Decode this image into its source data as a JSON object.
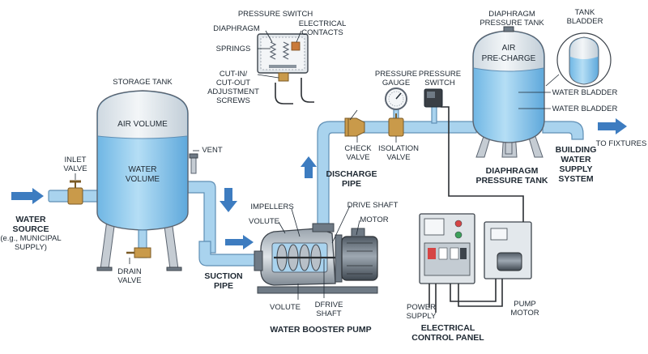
{
  "colors": {
    "water": "#8ec9ee",
    "air": "#e7eef4",
    "pipe": "#a9d3ee",
    "arrow": "#3d7cc0",
    "metal": "#c5ccd3",
    "brass": "#c99a4a"
  },
  "labels": {
    "pressure_switch_title": "PRESSURE SWITCH",
    "diaphragm": "DIAPHRAGM",
    "electrical_contacts": [
      "ELECTRICAL",
      "CONTACTS"
    ],
    "springs": "SPRINGS",
    "cut_in_out": [
      "CUT-IN/",
      "CUT-OUT",
      "ADJUSTMENT",
      "SCREWS"
    ],
    "storage_tank": "STORAGE TANK",
    "air_volume": "AIR VOLUME",
    "water_volume": [
      "WATER",
      "VOLUME"
    ],
    "vent": "VENT",
    "inlet_valve": [
      "INLET",
      "VALVE"
    ],
    "water_source": [
      "WATER",
      "SOURCE"
    ],
    "water_source_note": [
      "(e.g., MUNICIPAL",
      "SUPPLY)"
    ],
    "drain_valve": [
      "DRAIN",
      "VALVE"
    ],
    "suction_pipe": [
      "SUCTION",
      "PIPE"
    ],
    "discharge_pipe": [
      "DISCHARGE",
      "PIPE"
    ],
    "pressure_gauge": [
      "PRESSURE",
      "GAUGE"
    ],
    "pressure_switch_small": [
      "PRESSURE",
      "SWITCH"
    ],
    "check_valve": [
      "CHECK",
      "VALVE"
    ],
    "isolation_valve": [
      "ISOLATION",
      "VALVE"
    ],
    "diaphragm_pressure_tank_top": [
      "DIAPHRAGM",
      "PRESSURE TANK"
    ],
    "tank_bladder": [
      "TANK",
      "BLADDER"
    ],
    "air_pre_charge": [
      "AIR",
      "PRE-CHARGE"
    ],
    "water_bladder_1": "WATER BLADDER",
    "water_bladder_2": "WATER BLADDER",
    "diaphragm_pressure_tank_bottom": [
      "DIAPHRAGM",
      "PRESSURE TANK"
    ],
    "to_fixtures": "TO FIXTURES",
    "building_supply": [
      "BUILDING",
      "WATER",
      "SUPPLY",
      "SYSTEM"
    ],
    "impellers": "IMPELLERS",
    "volute_top": "VOLUTE",
    "drive_shaft": "DRIVE SHAFT",
    "motor": "MOTOR",
    "volute_bottom": "VOLUTE",
    "dfrive_shaft": [
      "DFRIVE",
      "SHAFT"
    ],
    "booster_pump": "WATER BOOSTER PUMP",
    "power_supply": [
      "POWER",
      "SUPPLY"
    ],
    "control_panel": [
      "ELECTRICAL",
      "CONTROL PANEL"
    ],
    "pump_motor": [
      "PUMP",
      "MOTOR"
    ]
  }
}
